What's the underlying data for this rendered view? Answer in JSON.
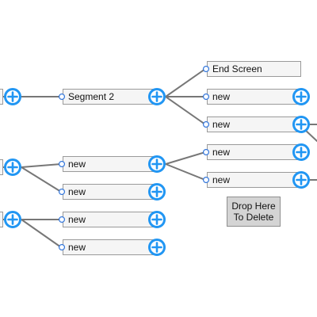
{
  "nodes": {
    "segment2": "Segment 2",
    "end_screen": "End Screen",
    "new_label": "new"
  },
  "trash": {
    "line1": "Drop Here",
    "line2": "To Delete"
  },
  "colors": {
    "accent": "#2196f3",
    "connector": "#777777",
    "node_bg": "#f5f5f5",
    "trash_bg": "#d4d4d4"
  },
  "icons": {
    "add": "plus-circle-icon",
    "input_port": "dot-icon"
  }
}
